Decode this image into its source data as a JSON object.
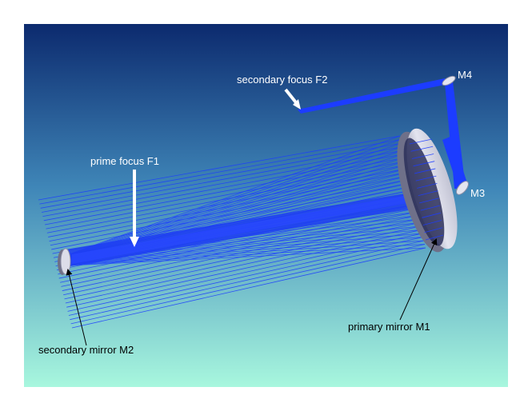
{
  "labels": {
    "secondary_focus": "secondary focus F2",
    "m4": "M4",
    "prime_focus": "prime focus F1",
    "m3": "M3",
    "primary_mirror": "primary mirror M1",
    "secondary_mirror": "secondary mirror M2"
  },
  "colors": {
    "background_top": "#0c2a6e",
    "background_bottom": "#a8f7de",
    "rays": "#1c3cff",
    "mirror_face": "#dfe0ec",
    "mirror_edge": "#8d8fa6",
    "label_light": "#ffffff",
    "label_dark": "#000000"
  }
}
